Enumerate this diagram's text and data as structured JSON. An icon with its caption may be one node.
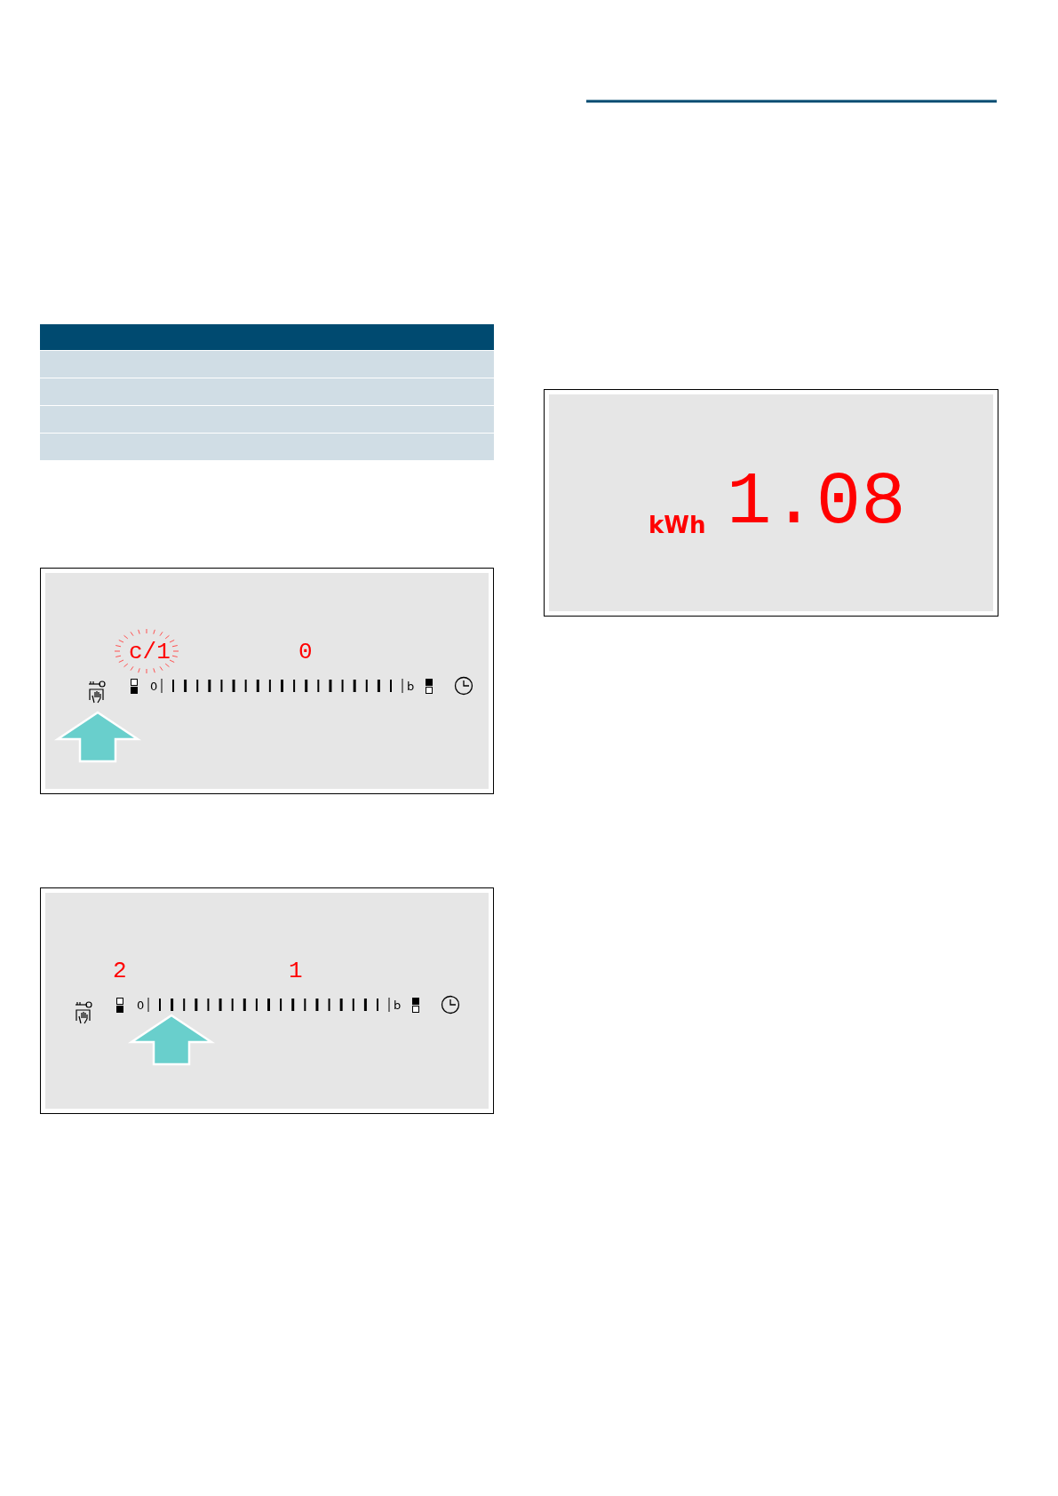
{
  "diagram": {
    "labels": [
      "c/1",
      "0",
      "0",
      "b",
      "2",
      "1",
      "0",
      "b",
      "kWh",
      "1.08"
    ]
  }
}
